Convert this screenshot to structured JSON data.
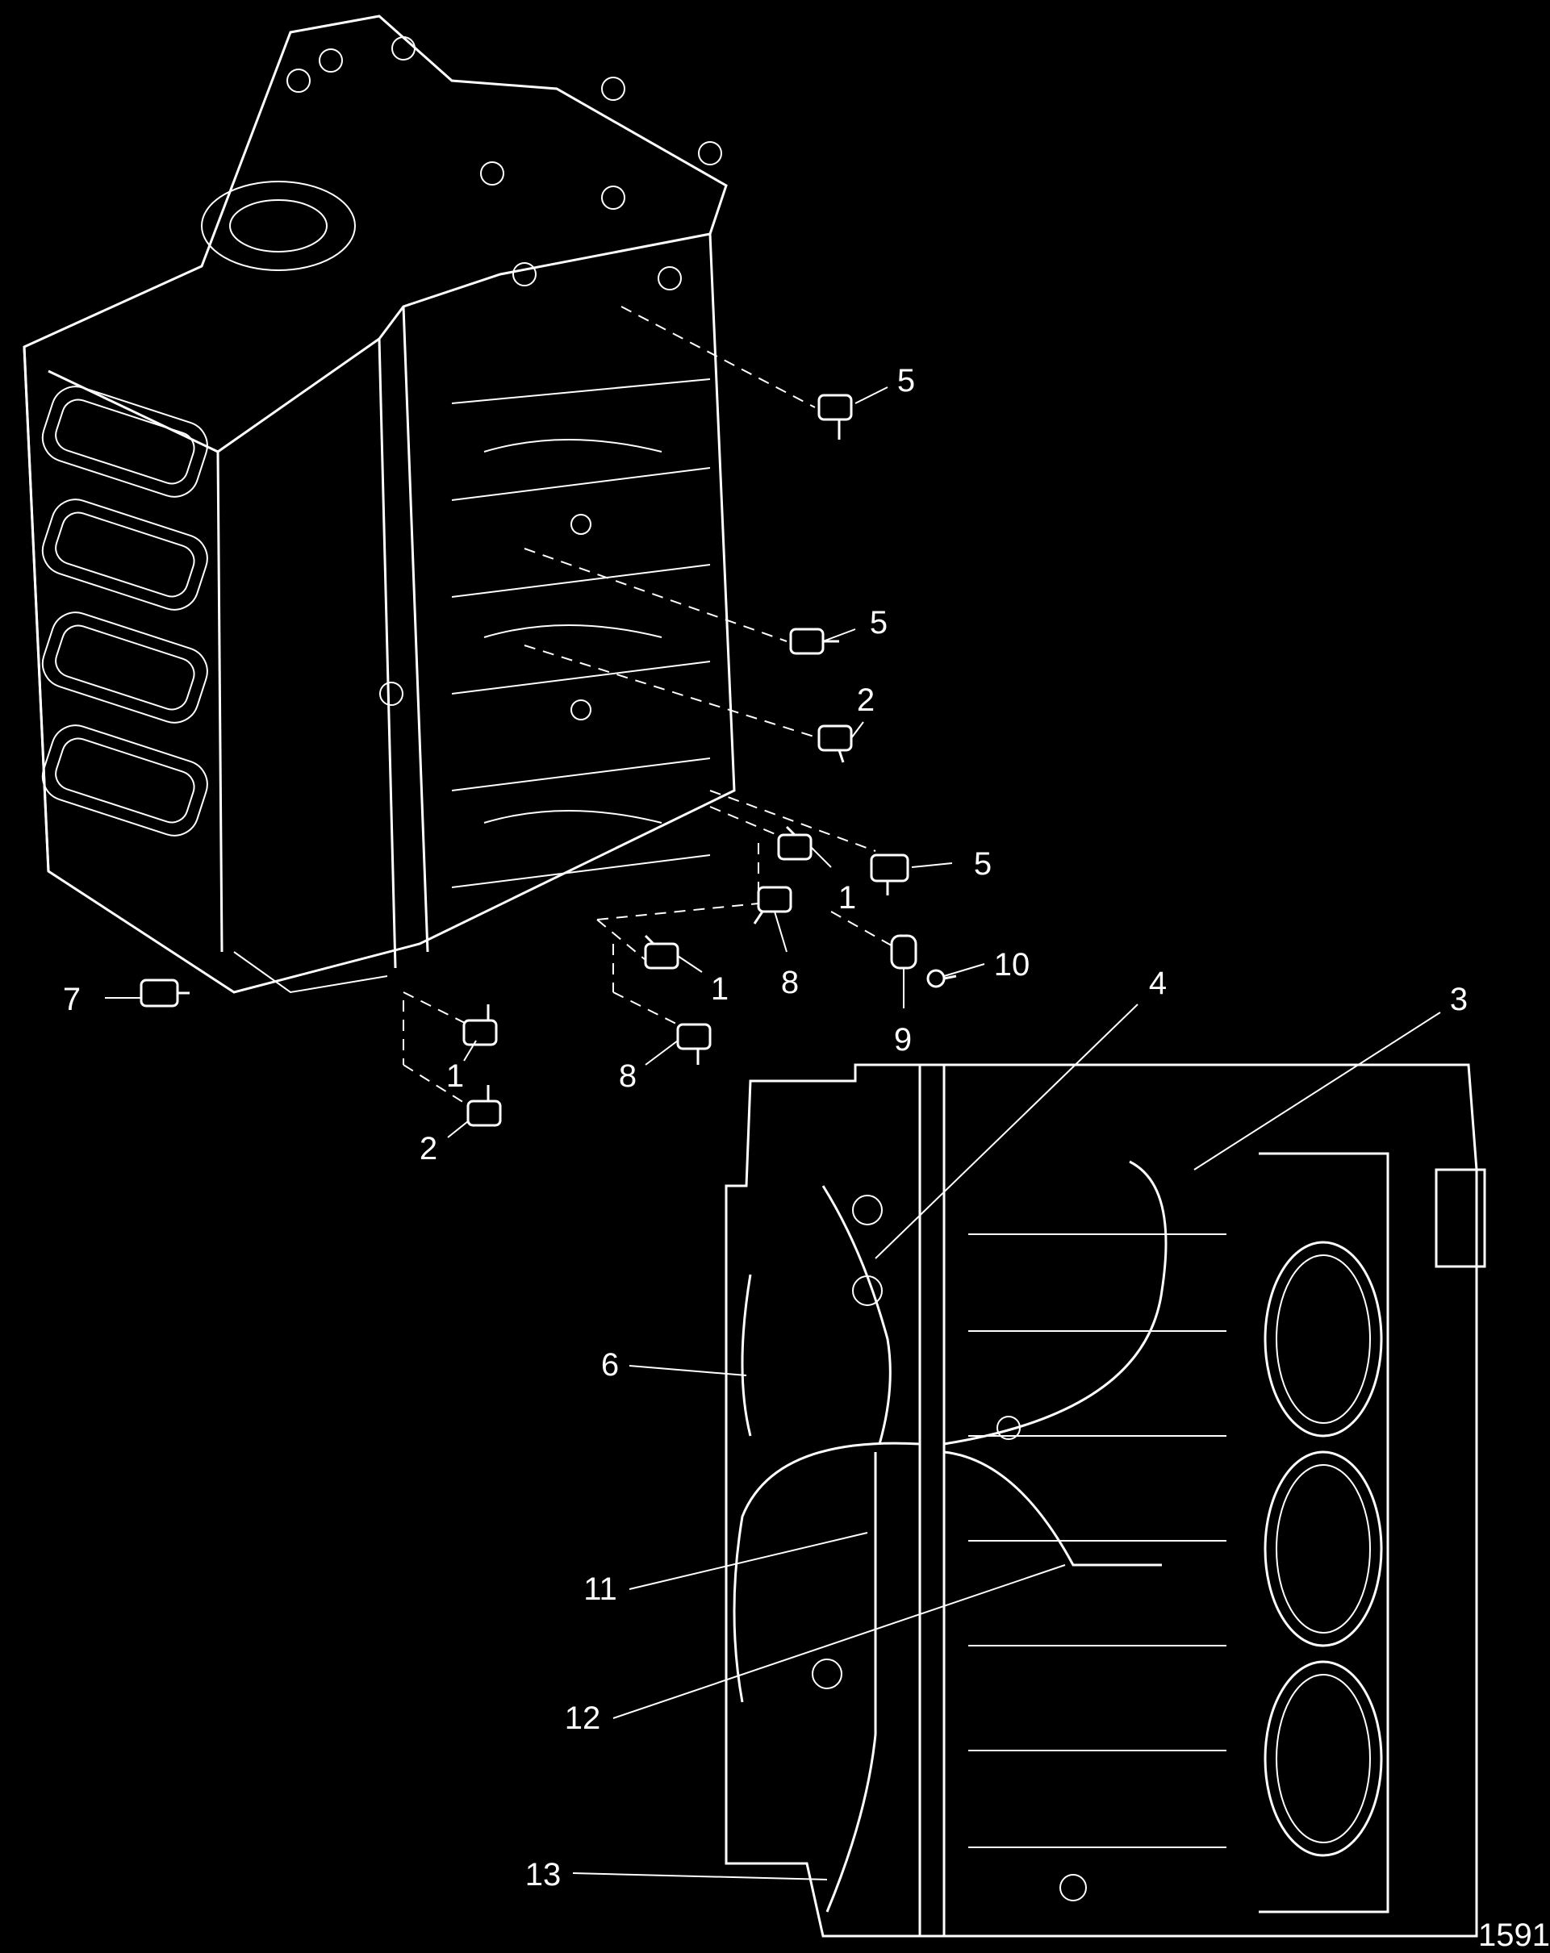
{
  "figure": {
    "reference_number": "1591"
  },
  "callouts": [
    {
      "id": "c5a",
      "label": "5"
    },
    {
      "id": "c5b",
      "label": "5"
    },
    {
      "id": "c2a",
      "label": "2"
    },
    {
      "id": "c5c",
      "label": "5"
    },
    {
      "id": "c1a",
      "label": "1"
    },
    {
      "id": "c8a",
      "label": "8"
    },
    {
      "id": "c10",
      "label": "10"
    },
    {
      "id": "c9",
      "label": "9"
    },
    {
      "id": "c1b",
      "label": "1"
    },
    {
      "id": "c7",
      "label": "7"
    },
    {
      "id": "c1c",
      "label": "1"
    },
    {
      "id": "c8b",
      "label": "8"
    },
    {
      "id": "c2b",
      "label": "2"
    },
    {
      "id": "c4",
      "label": "4"
    },
    {
      "id": "c3",
      "label": "3"
    },
    {
      "id": "c6",
      "label": "6"
    },
    {
      "id": "c11",
      "label": "11"
    },
    {
      "id": "c12",
      "label": "12"
    },
    {
      "id": "c13",
      "label": "13"
    }
  ]
}
